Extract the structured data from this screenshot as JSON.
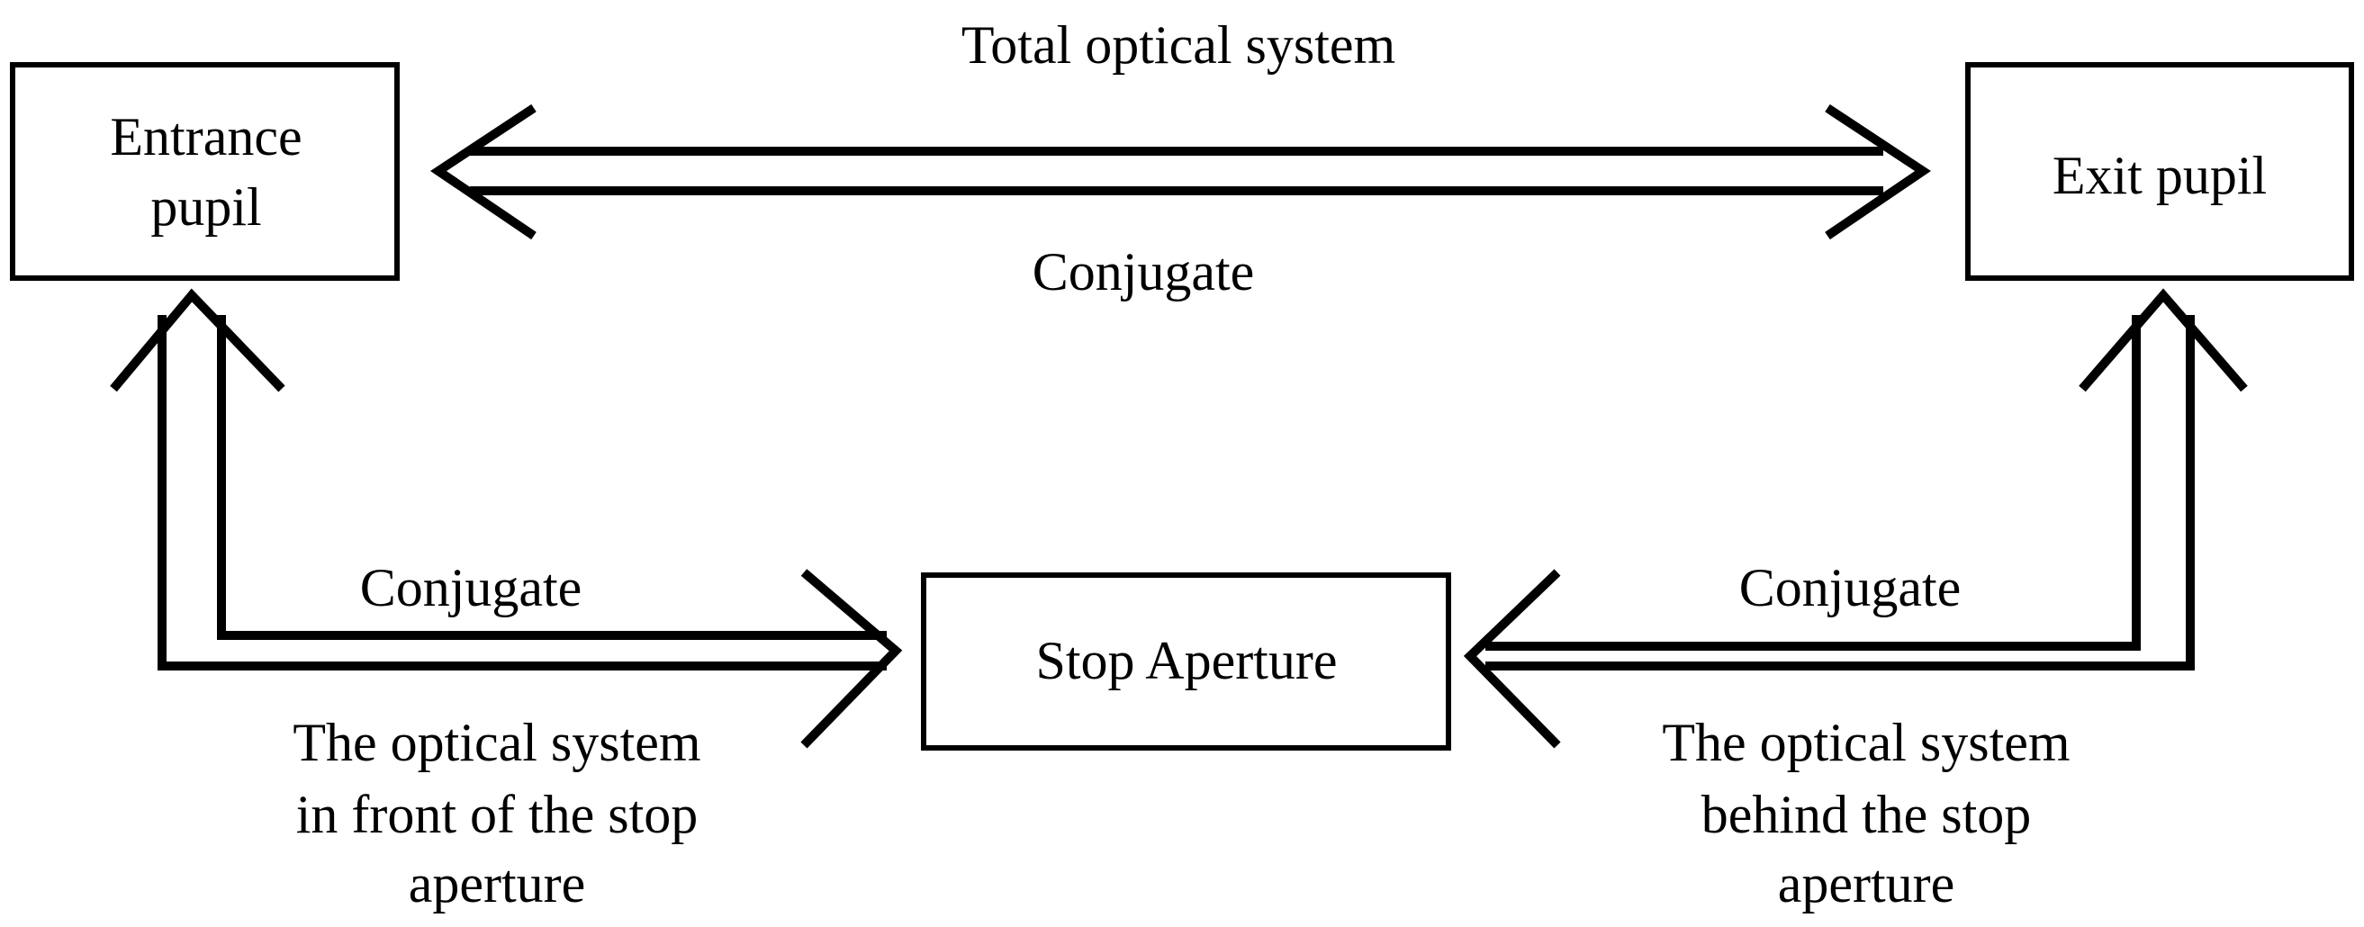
{
  "nodes": {
    "entrance_pupil": {
      "line1": "Entrance",
      "line2": "pupil"
    },
    "exit_pupil": {
      "label": "Exit pupil"
    },
    "stop_aperture": {
      "label": "Stop Aperture"
    }
  },
  "edges": {
    "top": {
      "above": "Total optical system",
      "below": "Conjugate"
    },
    "left": {
      "above": "Conjugate",
      "below": [
        "The optical system",
        "in front of the  stop",
        "aperture"
      ]
    },
    "right": {
      "above": "Conjugate",
      "below": [
        "The optical system",
        "behind the stop",
        "aperture"
      ]
    }
  }
}
